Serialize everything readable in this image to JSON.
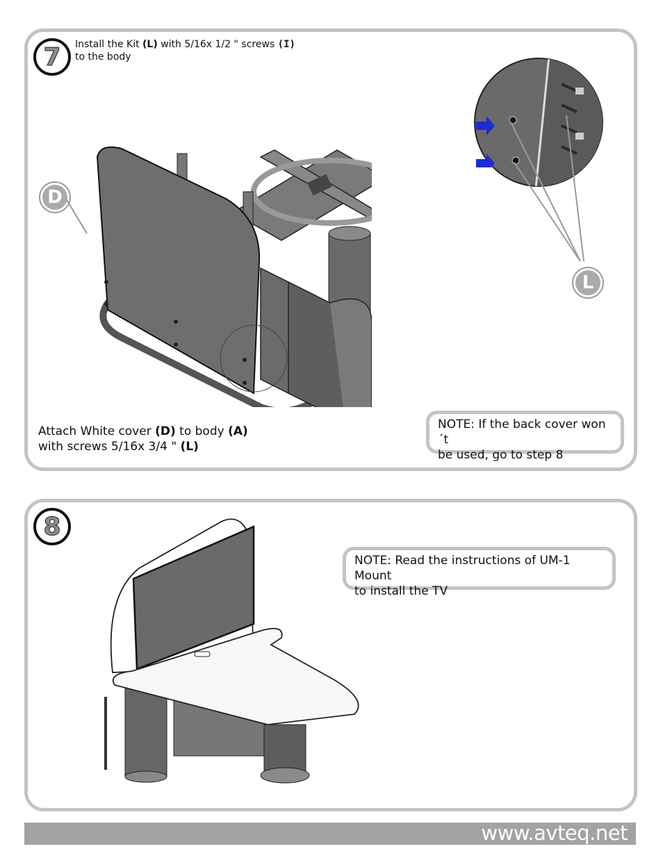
{
  "step7": {
    "number": "7",
    "instruction_part1": "Install the Kit ",
    "instruction_kit": "(L)",
    "instruction_part2": " with 5/16x 1/2 \" screws ",
    "instruction_screw": "(I)",
    "instruction_line2": "to the body",
    "attach_part1": "Attach White cover ",
    "attach_d": "(D)",
    "attach_part2": " to body ",
    "attach_a": "(A)",
    "attach_line2": "with screws 5/16x 3/4 \" ",
    "attach_l": "(L)",
    "note_line1": "NOTE: If the back cover won´t",
    "note_line2": "be used, go to step 8",
    "callout_d": "D",
    "callout_l": "L"
  },
  "step8": {
    "number": "8",
    "note_line1": "NOTE: Read the instructions of UM-1 Mount",
    "note_line2": "to install the TV"
  },
  "footer": {
    "website": "www.avteq.net"
  },
  "colors": {
    "panel_border": "#c4c4c4",
    "footer_bar": "#a3a3a3",
    "arrow": "#1f2bd6",
    "metal": "#6e6e6e"
  }
}
